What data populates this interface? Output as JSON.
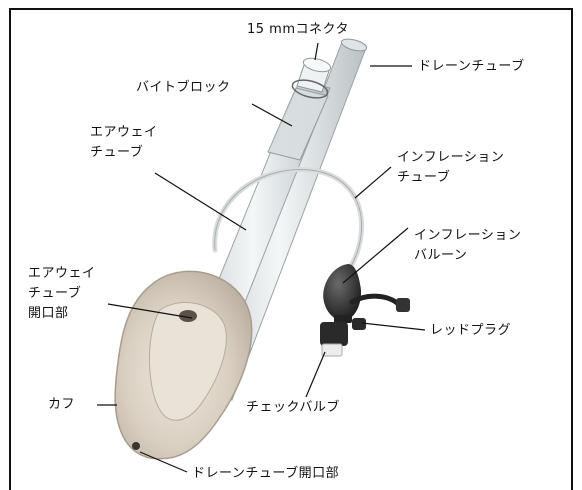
{
  "labels": {
    "connector_15mm": "15 mmコネクタ",
    "drain_tube": "ドレーンチューブ",
    "bite_block": "バイトブロック",
    "airway_tube_line1": "エアウェイ",
    "airway_tube_line2": "チューブ",
    "inflation_tube_line1": "インフレーション",
    "inflation_tube_line2": "チューブ",
    "inflation_balloon_line1": "インフレーション",
    "inflation_balloon_line2": "バルーン",
    "airway_opening_line1": "エアウェイ",
    "airway_opening_line2": "チューブ",
    "airway_opening_line3": "開口部",
    "red_plug": "レッドプラグ",
    "cuff": "カフ",
    "check_valve": "チェックバルブ",
    "drain_opening": "ドレーンチューブ開口部"
  },
  "colors": {
    "cuff": "#d7cdbf",
    "tube": "#e6ecee",
    "balloon": "#2b2b2b",
    "leader": "#111111"
  }
}
